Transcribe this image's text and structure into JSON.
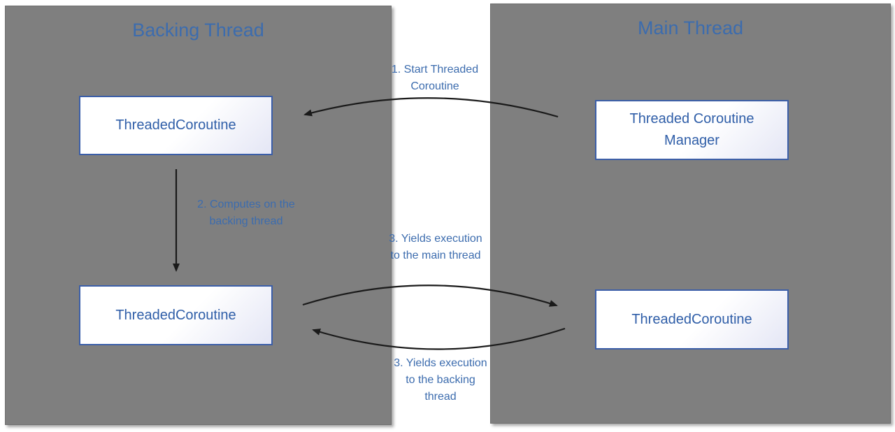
{
  "panels": {
    "backing": {
      "title": "Backing Thread"
    },
    "main": {
      "title": "Main Thread"
    }
  },
  "nodes": {
    "backing_top": "ThreadedCoroutine",
    "backing_bottom": "ThreadedCoroutine",
    "main_manager": "Threaded Coroutine Manager",
    "main_bottom": "ThreadedCoroutine"
  },
  "labels": {
    "start": "1. Start Threaded Coroutine",
    "computes": "2. Computes on the backing thread",
    "yield_main": "3. Yields execution to the main thread",
    "yield_backing": "3. Yields execution to the backing thread"
  },
  "colors": {
    "panel": "#7f7f7f",
    "node_border": "#3b5ea8",
    "text": "#3c6cae",
    "arrow": "#1a1a1a"
  }
}
